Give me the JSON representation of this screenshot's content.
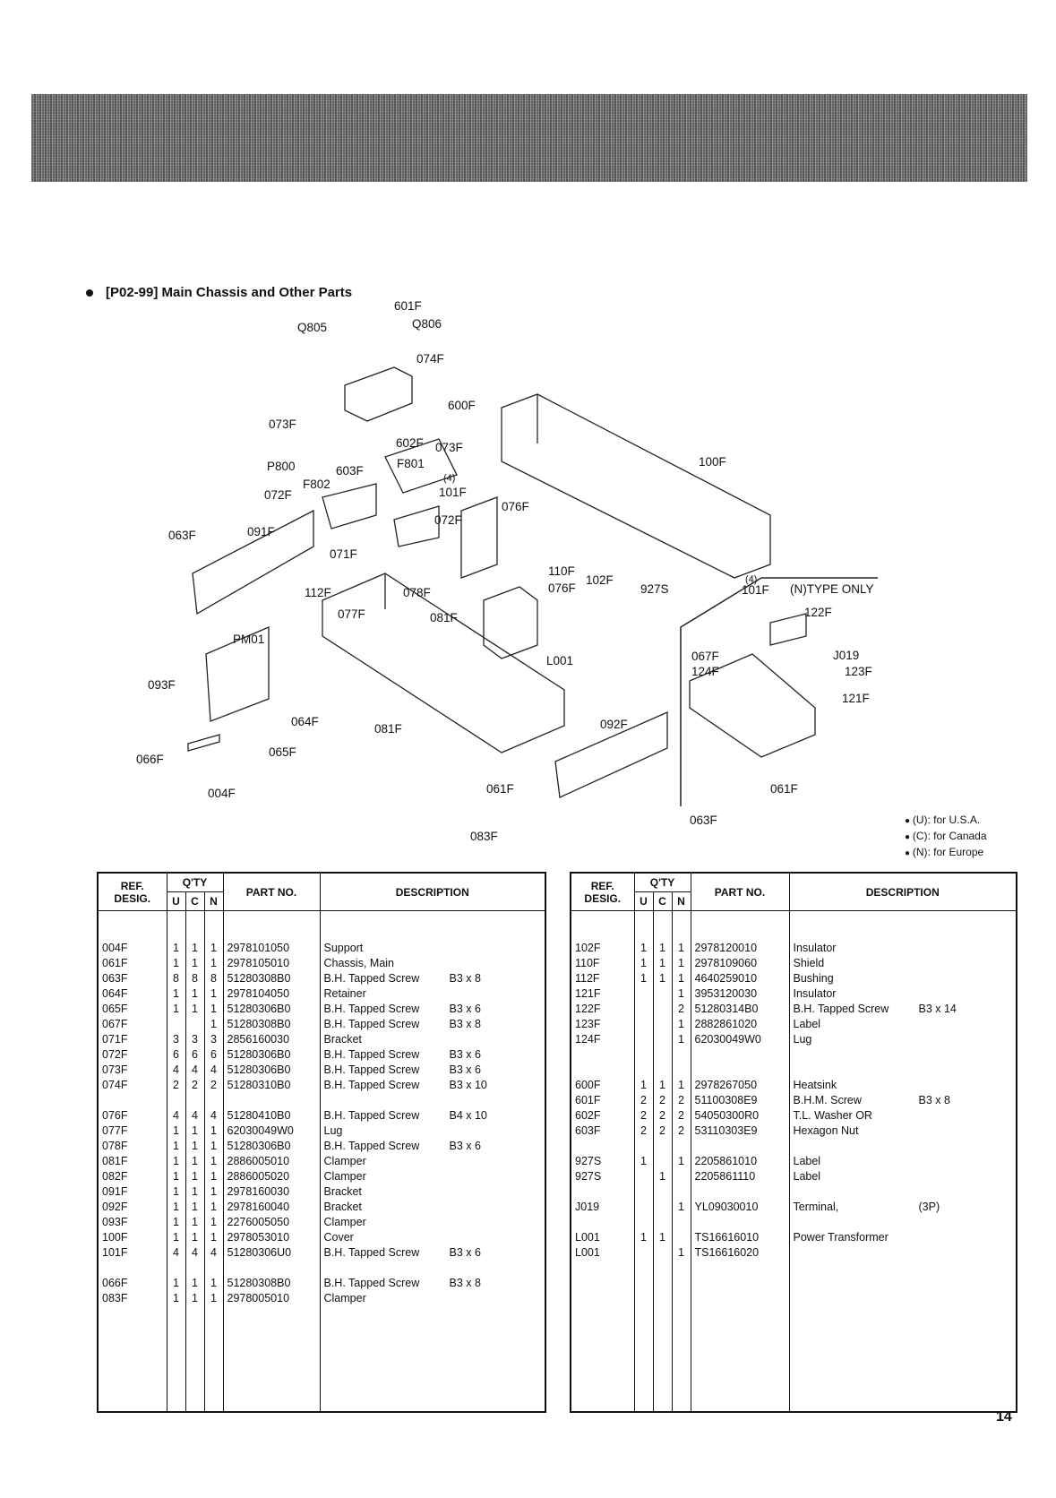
{
  "section_title": "[P02-99] Main Chassis and Other Parts",
  "page_number": "14",
  "legend": [
    "(U): for U.S.A.",
    "(C): for Canada",
    "(N): for Europe"
  ],
  "diagram_labels": {
    "l601F": "601F",
    "lQ805": "Q805",
    "lQ806": "Q806",
    "l074F": "074F",
    "l600F": "600F",
    "l073Fa": "073F",
    "l602F": "602F",
    "l073Fb": "073F",
    "lP800": "P800",
    "l603F": "603F",
    "lF801": "F801",
    "l100F": "100F",
    "l4a": "(4)",
    "l101Fa": "101F",
    "lF802": "F802",
    "l072Fa": "072F",
    "l072Fb": "072F",
    "l076Fa": "076F",
    "l063Fa": "063F",
    "l091F": "091F",
    "l071F": "071F",
    "l110F": "110F",
    "l102F": "102F",
    "l076Fb": "076F",
    "l927S": "927S",
    "l4b": "(4)",
    "l101Fb": "101F",
    "lntype": "(N)TYPE ONLY",
    "l112F": "112F",
    "l078F": "078F",
    "l122F": "122F",
    "l077F": "077F",
    "l081Fa": "081F",
    "lPM01": "PM01",
    "lL001": "L001",
    "l067F": "067F",
    "lJ019": "J019",
    "l124F": "124F",
    "l123F": "123F",
    "l093F": "093F",
    "l121F": "121F",
    "l064F": "064F",
    "l081Fb": "081F",
    "l092F": "092F",
    "l066F": "066F",
    "l065F": "065F",
    "l061Fa": "061F",
    "l061Fb": "061F",
    "l004F": "004F",
    "l063Fb": "063F",
    "l083F": "083F"
  },
  "table_headers": {
    "ref_desig_1": "REF.",
    "ref_desig_2": "DESIG.",
    "qty": "Q'TY",
    "u": "U",
    "c": "C",
    "n": "N",
    "part_no": "PART NO.",
    "description": "DESCRIPTION"
  },
  "left_table": [
    {
      "ref": "004F",
      "u": "1",
      "c": "1",
      "n": "1",
      "part": "2978101050",
      "desc": "Support",
      "spec": ""
    },
    {
      "ref": "061F",
      "u": "1",
      "c": "1",
      "n": "1",
      "part": "2978105010",
      "desc": "Chassis, Main",
      "spec": ""
    },
    {
      "ref": "063F",
      "u": "8",
      "c": "8",
      "n": "8",
      "part": "51280308B0",
      "desc": "B.H. Tapped Screw",
      "spec": "B3 x 8"
    },
    {
      "ref": "064F",
      "u": "1",
      "c": "1",
      "n": "1",
      "part": "2978104050",
      "desc": "Retainer",
      "spec": ""
    },
    {
      "ref": "065F",
      "u": "1",
      "c": "1",
      "n": "1",
      "part": "51280306B0",
      "desc": "B.H. Tapped Screw",
      "spec": "B3 x 6"
    },
    {
      "ref": "067F",
      "u": "",
      "c": "",
      "n": "1",
      "part": "51280308B0",
      "desc": "B.H. Tapped Screw",
      "spec": "B3 x 8"
    },
    {
      "ref": "071F",
      "u": "3",
      "c": "3",
      "n": "3",
      "part": "2856160030",
      "desc": "Bracket",
      "spec": ""
    },
    {
      "ref": "072F",
      "u": "6",
      "c": "6",
      "n": "6",
      "part": "51280306B0",
      "desc": "B.H. Tapped Screw",
      "spec": "B3 x 6"
    },
    {
      "ref": "073F",
      "u": "4",
      "c": "4",
      "n": "4",
      "part": "51280306B0",
      "desc": "B.H. Tapped Screw",
      "spec": "B3 x 6"
    },
    {
      "ref": "074F",
      "u": "2",
      "c": "2",
      "n": "2",
      "part": "51280310B0",
      "desc": "B.H. Tapped Screw",
      "spec": "B3 x 10"
    },
    {
      "gap": true
    },
    {
      "ref": "076F",
      "u": "4",
      "c": "4",
      "n": "4",
      "part": "51280410B0",
      "desc": "B.H. Tapped Screw",
      "spec": "B4 x 10"
    },
    {
      "ref": "077F",
      "u": "1",
      "c": "1",
      "n": "1",
      "part": "62030049W0",
      "desc": "Lug",
      "spec": ""
    },
    {
      "ref": "078F",
      "u": "1",
      "c": "1",
      "n": "1",
      "part": "51280306B0",
      "desc": "B.H. Tapped Screw",
      "spec": "B3 x 6"
    },
    {
      "ref": "081F",
      "u": "1",
      "c": "1",
      "n": "1",
      "part": "2886005010",
      "desc": "Clamper",
      "spec": ""
    },
    {
      "ref": "082F",
      "u": "1",
      "c": "1",
      "n": "1",
      "part": "2886005020",
      "desc": "Clamper",
      "spec": ""
    },
    {
      "ref": "091F",
      "u": "1",
      "c": "1",
      "n": "1",
      "part": "2978160030",
      "desc": "Bracket",
      "spec": ""
    },
    {
      "ref": "092F",
      "u": "1",
      "c": "1",
      "n": "1",
      "part": "2978160040",
      "desc": "Bracket",
      "spec": ""
    },
    {
      "ref": "093F",
      "u": "1",
      "c": "1",
      "n": "1",
      "part": "2276005050",
      "desc": "Clamper",
      "spec": ""
    },
    {
      "ref": "100F",
      "u": "1",
      "c": "1",
      "n": "1",
      "part": "2978053010",
      "desc": "Cover",
      "spec": ""
    },
    {
      "ref": "101F",
      "u": "4",
      "c": "4",
      "n": "4",
      "part": "51280306U0",
      "desc": "B.H. Tapped Screw",
      "spec": "B3 x 6"
    },
    {
      "gap": true
    },
    {
      "ref": "066F",
      "u": "1",
      "c": "1",
      "n": "1",
      "part": "51280308B0",
      "desc": "B.H. Tapped Screw",
      "spec": "B3 x 8"
    },
    {
      "ref": "083F",
      "u": "1",
      "c": "1",
      "n": "1",
      "part": "2978005010",
      "desc": "Clamper",
      "spec": ""
    }
  ],
  "right_table": [
    {
      "ref": "102F",
      "u": "1",
      "c": "1",
      "n": "1",
      "part": "2978120010",
      "desc": "Insulator",
      "spec": ""
    },
    {
      "ref": "110F",
      "u": "1",
      "c": "1",
      "n": "1",
      "part": "2978109060",
      "desc": "Shield",
      "spec": ""
    },
    {
      "ref": "112F",
      "u": "1",
      "c": "1",
      "n": "1",
      "part": "4640259010",
      "desc": "Bushing",
      "spec": ""
    },
    {
      "ref": "121F",
      "u": "",
      "c": "",
      "n": "1",
      "part": "3953120030",
      "desc": "Insulator",
      "spec": ""
    },
    {
      "ref": "122F",
      "u": "",
      "c": "",
      "n": "2",
      "part": "51280314B0",
      "desc": "B.H. Tapped Screw",
      "spec": "B3 x 14"
    },
    {
      "ref": "123F",
      "u": "",
      "c": "",
      "n": "1",
      "part": "2882861020",
      "desc": "Label",
      "spec": ""
    },
    {
      "ref": "124F",
      "u": "",
      "c": "",
      "n": "1",
      "part": "62030049W0",
      "desc": "Lug",
      "spec": ""
    },
    {
      "gap": true
    },
    {
      "gap": true
    },
    {
      "ref": "600F",
      "u": "1",
      "c": "1",
      "n": "1",
      "part": "2978267050",
      "desc": "Heatsink",
      "spec": ""
    },
    {
      "ref": "601F",
      "u": "2",
      "c": "2",
      "n": "2",
      "part": "51100308E9",
      "desc": "B.H.M. Screw",
      "spec": "B3 x 8"
    },
    {
      "ref": "602F",
      "u": "2",
      "c": "2",
      "n": "2",
      "part": "54050300R0",
      "desc": "T.L. Washer OR",
      "spec": ""
    },
    {
      "ref": "603F",
      "u": "2",
      "c": "2",
      "n": "2",
      "part": "53110303E9",
      "desc": "Hexagon Nut",
      "spec": ""
    },
    {
      "gap": true
    },
    {
      "ref": "927S",
      "u": "1",
      "c": "",
      "n": "1",
      "part": "2205861010",
      "desc": "Label",
      "spec": ""
    },
    {
      "ref": "927S",
      "u": "",
      "c": "1",
      "n": "",
      "part": "2205861110",
      "desc": "Label",
      "spec": ""
    },
    {
      "gap": true
    },
    {
      "ref": "J019",
      "u": "",
      "c": "",
      "n": "1",
      "part": "YL09030010",
      "desc": "Terminal,",
      "spec": "(3P)"
    },
    {
      "gap": true
    },
    {
      "ref": "L001",
      "u": "1",
      "c": "1",
      "n": "",
      "part": "TS16616010",
      "desc": "Power Transformer",
      "spec": ""
    },
    {
      "ref": "L001",
      "u": "",
      "c": "",
      "n": "1",
      "part": "TS16616020",
      "desc": "",
      "spec": ""
    }
  ]
}
